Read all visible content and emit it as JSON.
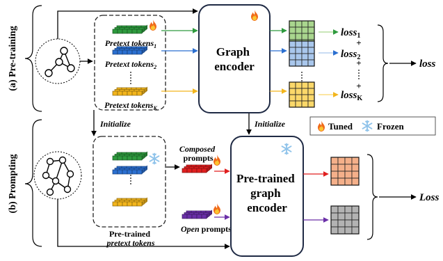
{
  "sections": {
    "pretraining": "(a) Pre-training",
    "prompting": "(b) Prompting"
  },
  "pretrain": {
    "token_base": "Pretext tokens",
    "token_subs": [
      "1",
      "2",
      "K"
    ],
    "encoder_line1": "Graph",
    "encoder_line2": "encoder",
    "loss_base": "loss",
    "loss_subs": [
      "1",
      "2",
      "K"
    ],
    "plus": "+",
    "output": "loss"
  },
  "initialize_label": "Initialize",
  "legend": {
    "tuned": "Tuned",
    "frozen": "Frozen"
  },
  "prompting": {
    "pretrained_label_line1": "Pre-trained",
    "pretrained_label_line2": "pretext tokens",
    "composed_line1": "Composed",
    "composed_line2": "prompts",
    "open_word": "Open",
    "open_rest": " prompts",
    "encoder_line1": "Pre-trained",
    "encoder_line2": "graph",
    "encoder_line3": "encoder",
    "output": "Loss"
  },
  "colors": {
    "green": "#2e9a3e",
    "blue": "#2b6fd0",
    "yellow": "#f2b51c",
    "red": "#e01f1f",
    "purple": "#6a2fa8",
    "grid_green": "#a9d68e",
    "grid_blue": "#a9c7ec",
    "grid_yellow": "#fbd86a",
    "grid_orange": "#f5b08a",
    "grid_gray": "#b3b3b3"
  }
}
